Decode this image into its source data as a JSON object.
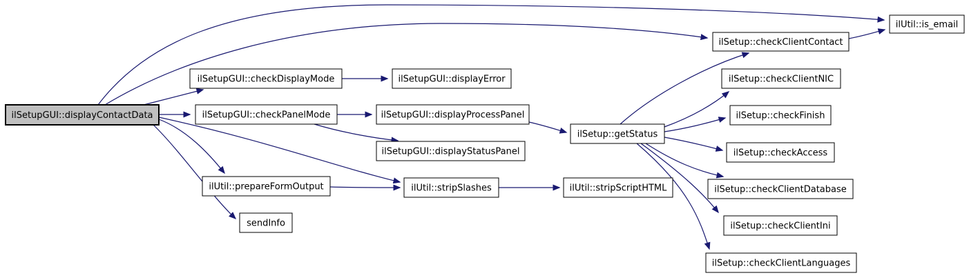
{
  "diagram": {
    "type": "call-graph",
    "colors": {
      "edge": "#191970",
      "node_fill": "#fefefe",
      "node_border": "#000000",
      "root_fill": "#bfbfbf",
      "background": "#ffffff"
    },
    "nodes": {
      "displayContactData": {
        "label": "ilSetupGUI::displayContactData",
        "root": true
      },
      "checkDisplayMode": {
        "label": "ilSetupGUI::checkDisplayMode"
      },
      "checkPanelMode": {
        "label": "ilSetupGUI::checkPanelMode"
      },
      "prepareFormOutput": {
        "label": "ilUtil::prepareFormOutput"
      },
      "sendInfo": {
        "label": "sendInfo"
      },
      "displayError": {
        "label": "ilSetupGUI::displayError"
      },
      "displayProcessPanel": {
        "label": "ilSetupGUI::displayProcessPanel"
      },
      "displayStatusPanel": {
        "label": "ilSetupGUI::displayStatusPanel"
      },
      "stripSlashes": {
        "label": "ilUtil::stripSlashes"
      },
      "stripScriptHTML": {
        "label": "ilUtil::stripScriptHTML"
      },
      "getStatus": {
        "label": "ilSetup::getStatus"
      },
      "isEmail": {
        "label": "ilUtil::is_email"
      },
      "checkClientContact": {
        "label": "ilSetup::checkClientContact"
      },
      "checkClientNIC": {
        "label": "ilSetup::checkClientNIC"
      },
      "checkFinish": {
        "label": "ilSetup::checkFinish"
      },
      "checkAccess": {
        "label": "ilSetup::checkAccess"
      },
      "checkClientDatabase": {
        "label": "ilSetup::checkClientDatabase"
      },
      "checkClientIni": {
        "label": "ilSetup::checkClientIni"
      },
      "checkClientLanguages": {
        "label": "ilSetup::checkClientLanguages"
      }
    },
    "edges": [
      {
        "from": "displayContactData",
        "to": "isEmail"
      },
      {
        "from": "displayContactData",
        "to": "checkClientContact"
      },
      {
        "from": "displayContactData",
        "to": "checkDisplayMode"
      },
      {
        "from": "displayContactData",
        "to": "checkPanelMode"
      },
      {
        "from": "displayContactData",
        "to": "prepareFormOutput"
      },
      {
        "from": "displayContactData",
        "to": "sendInfo"
      },
      {
        "from": "displayContactData",
        "to": "stripSlashes"
      },
      {
        "from": "checkDisplayMode",
        "to": "displayError"
      },
      {
        "from": "checkPanelMode",
        "to": "displayProcessPanel"
      },
      {
        "from": "checkPanelMode",
        "to": "displayStatusPanel"
      },
      {
        "from": "displayProcessPanel",
        "to": "getStatus"
      },
      {
        "from": "prepareFormOutput",
        "to": "stripSlashes"
      },
      {
        "from": "stripSlashes",
        "to": "stripScriptHTML"
      },
      {
        "from": "getStatus",
        "to": "checkClientContact"
      },
      {
        "from": "getStatus",
        "to": "checkClientNIC"
      },
      {
        "from": "getStatus",
        "to": "checkFinish"
      },
      {
        "from": "getStatus",
        "to": "checkAccess"
      },
      {
        "from": "getStatus",
        "to": "checkClientDatabase"
      },
      {
        "from": "getStatus",
        "to": "checkClientIni"
      },
      {
        "from": "getStatus",
        "to": "checkClientLanguages"
      },
      {
        "from": "checkClientContact",
        "to": "isEmail"
      }
    ]
  }
}
